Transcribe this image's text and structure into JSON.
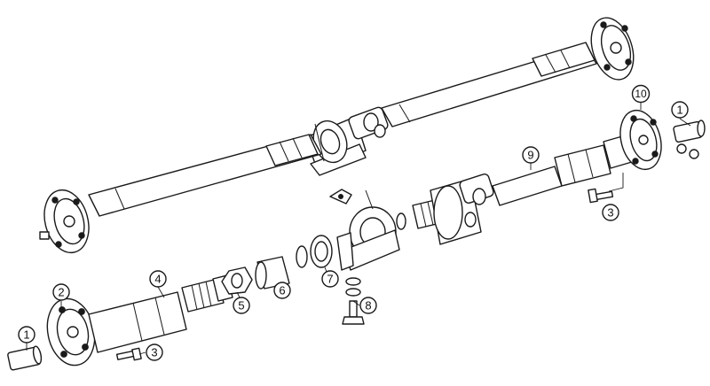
{
  "callouts": {
    "c1_right": "1",
    "c10": "10",
    "c9": "9",
    "c3_right": "3",
    "c2": "2",
    "c4": "4",
    "c5": "5",
    "c6": "6",
    "c7": "7",
    "c8": "8",
    "c1_left": "1",
    "c3_left": "3"
  }
}
